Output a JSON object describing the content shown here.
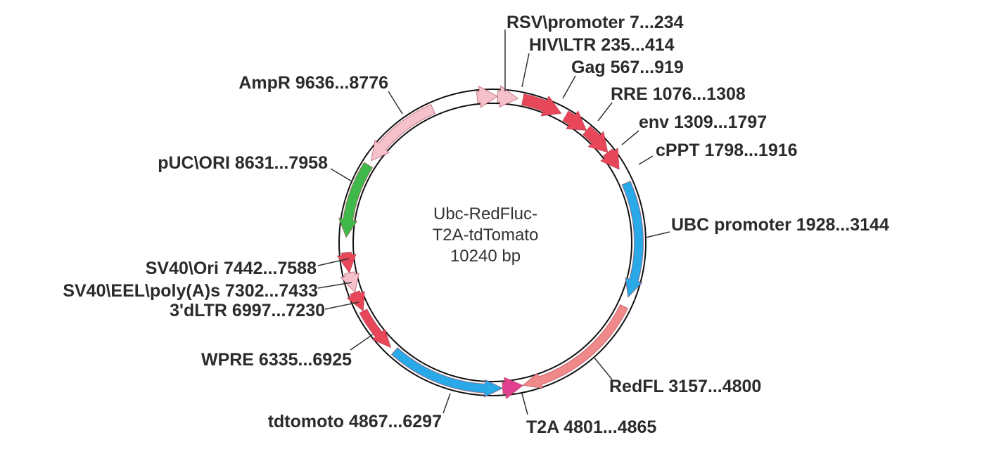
{
  "plasmid": {
    "name_line1": "Ubc-RedFluc-",
    "name_line2": "T2A-tdTomato",
    "size_text": "10240 bp"
  },
  "colors": {
    "red": "#e8475a",
    "light_pink": "#f5c2cc",
    "salmon": "#f08a8a",
    "blue": "#29a9e8",
    "green": "#3fb94a",
    "magenta": "#e0408f"
  },
  "features": [
    {
      "key": "rsv-promoter",
      "label": "RSV\\promoter 7...234"
    },
    {
      "key": "hiv-ltr",
      "label": "HIV\\LTR 235...414"
    },
    {
      "key": "gag",
      "label": "Gag 567...919"
    },
    {
      "key": "rre",
      "label": "RRE 1076...1308"
    },
    {
      "key": "env",
      "label": "env 1309...1797"
    },
    {
      "key": "cppt",
      "label": "cPPT 1798...1916"
    },
    {
      "key": "ubc-promoter",
      "label": "UBC promoter 1928...3144"
    },
    {
      "key": "redfl",
      "label": "RedFL 3157...4800"
    },
    {
      "key": "t2a",
      "label": "T2A 4801...4865"
    },
    {
      "key": "tdtomoto",
      "label": "tdtomoto 4867...6297"
    },
    {
      "key": "wpre",
      "label": "WPRE 6335...6925"
    },
    {
      "key": "3dltr",
      "label": "3'dLTR 6997...7230"
    },
    {
      "key": "sv40-eel-polya",
      "label": "SV40\\EEL\\poly(A)s 7302...7433"
    },
    {
      "key": "sv40-ori",
      "label": "SV40\\Ori 7442...7588"
    },
    {
      "key": "puc-ori",
      "label": "pUC\\ORI 8631...7958"
    },
    {
      "key": "ampr",
      "label": "AmpR 9636...8776"
    }
  ]
}
